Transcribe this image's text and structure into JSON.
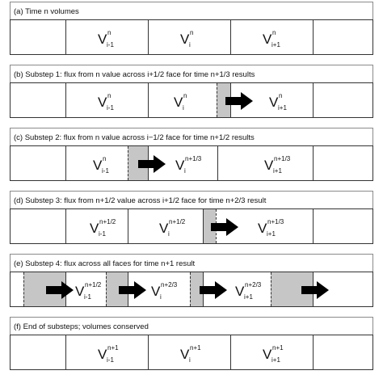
{
  "panels": [
    {
      "label": "(a) Time n volumes",
      "cells": [
        {
          "sup": "n",
          "sub": "i-1"
        },
        {
          "sup": "n",
          "sub": "i"
        },
        {
          "sup": "n",
          "sub": "i+1"
        }
      ]
    },
    {
      "label": "(b) Substep 1:  flux from n value across i+1/2 face for time n+1/3 results",
      "cells": [
        {
          "sup": "n",
          "sub": "i-1"
        },
        {
          "sup": "n",
          "sub": "i"
        },
        {
          "sup": "n",
          "sub": "i+1"
        }
      ]
    },
    {
      "label": "(c) Substep 2:  flux from n value across i−1/2 face for time n+1/2 results",
      "cells": [
        {
          "sup": "n",
          "sub": "i-1"
        },
        {
          "sup": "n+1/3",
          "sub": "i"
        },
        {
          "sup": "n+1/3",
          "sub": "i+1"
        }
      ]
    },
    {
      "label": "(d) Substep 3:  flux from n+1/2 value across i+1/2 face for time n+2/3 result",
      "cells": [
        {
          "sup": "n+1/2",
          "sub": "i-1"
        },
        {
          "sup": "n+1/2",
          "sub": "i"
        },
        {
          "sup": "n+1/3",
          "sub": "i+1"
        }
      ]
    },
    {
      "label": "(e) Substep 4: flux across all faces for time n+1 result",
      "cells": [
        {
          "sup": "n+1/2",
          "sub": "i-1"
        },
        {
          "sup": "n+2/3",
          "sub": "i"
        },
        {
          "sup": "n+2/3",
          "sub": "i+1"
        }
      ]
    },
    {
      "label": "(f) End of substeps; volumes conserved",
      "cells": [
        {
          "sup": "n+1",
          "sub": "i-1"
        },
        {
          "sup": "n+1",
          "sub": "i"
        },
        {
          "sup": "n+1",
          "sub": "i+1"
        }
      ]
    }
  ],
  "volume_symbol": "V",
  "colors": {
    "shade": "#c6c6c6",
    "arrow": "#000000",
    "border": "#333333"
  }
}
